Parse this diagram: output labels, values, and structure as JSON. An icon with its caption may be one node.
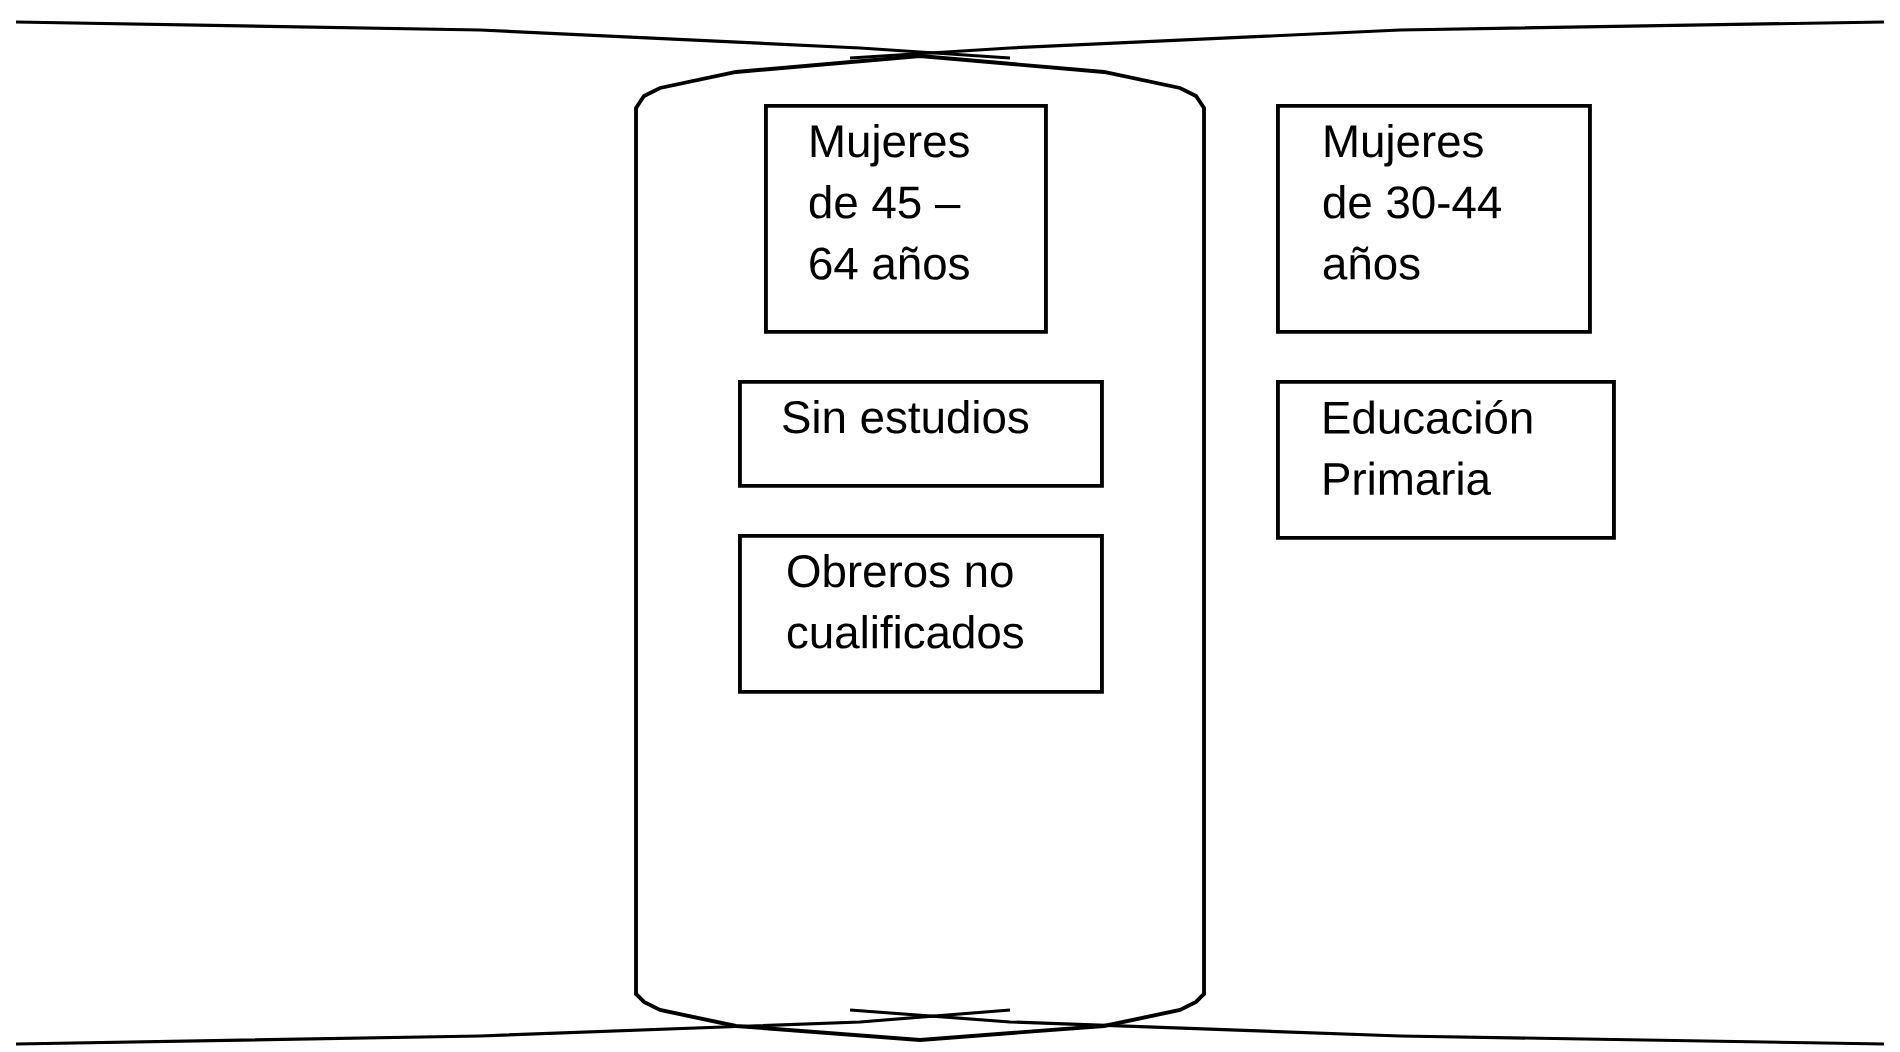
{
  "diagram": {
    "nodes": [
      {
        "text": [],
        "shape": "cylinder"
      },
      {
        "text": [
          "Mujeres de 45 – 64 años"
        ],
        "in": 0
      },
      {
        "text": [
          "Sin estudios"
        ],
        "in": 0
      },
      {
        "text": [
          "Obreros no cualificados"
        ],
        "in": 0
      },
      {
        "text": [
          "Mujeres de 30-44 años"
        ]
      },
      {
        "text": [
          "Educación Primaria"
        ]
      }
    ]
  }
}
